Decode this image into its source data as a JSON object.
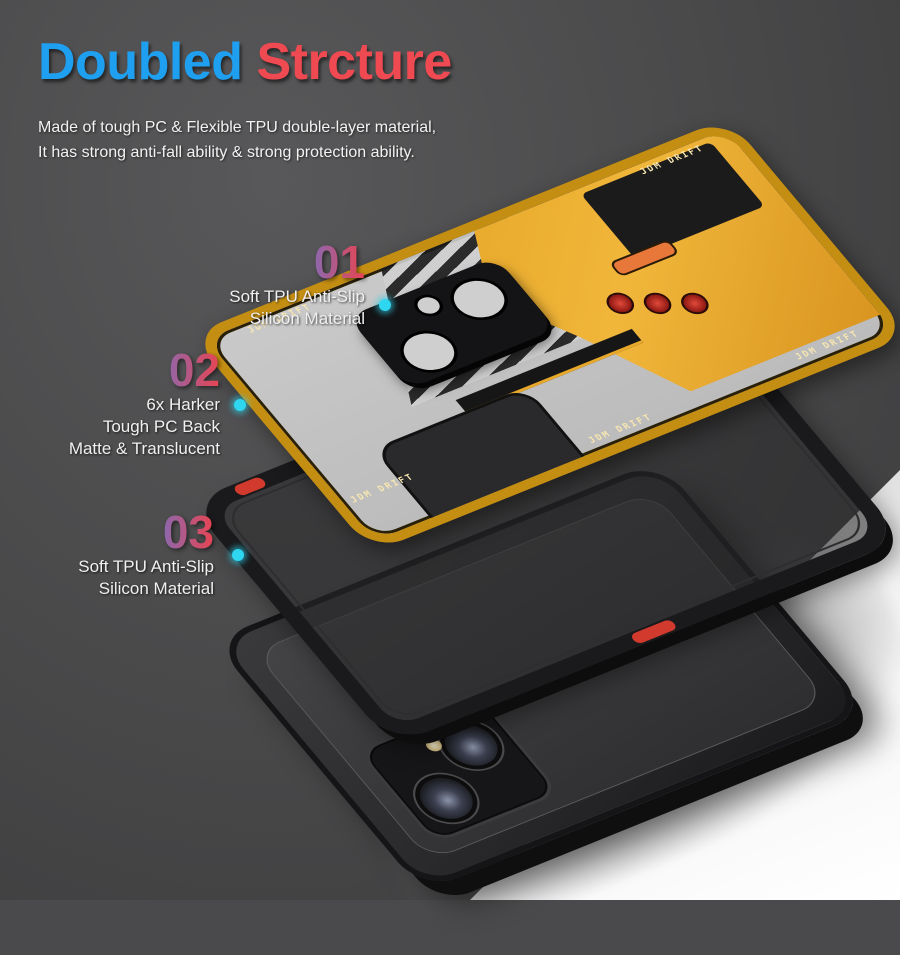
{
  "header": {
    "title_word1": "Doubled",
    "title_word2": "Strcture",
    "subtitle_line1": "Made of tough PC & Flexible TPU double-layer material,",
    "subtitle_line2": "It has strong anti-fall ability & strong protection ability."
  },
  "callouts": [
    {
      "number": "01",
      "lines": [
        "Soft TPU Anti-Slip",
        "Silicon Material"
      ]
    },
    {
      "number": "02",
      "lines": [
        "6x Harker",
        "Tough PC Back",
        "Matte & Translucent"
      ]
    },
    {
      "number": "03",
      "lines": [
        "Soft TPU Anti-Slip",
        "Silicon Material"
      ]
    }
  ],
  "case_print": {
    "brand_text": "JDM DRIFT"
  },
  "colors": {
    "title_blue": "#1f9fef",
    "title_red": "#ef4a52",
    "dot_cyan": "#2fd6f0",
    "case_yellow": "#e8a82a",
    "button_red": "#d23a2e",
    "background": "#4a4a4c"
  }
}
